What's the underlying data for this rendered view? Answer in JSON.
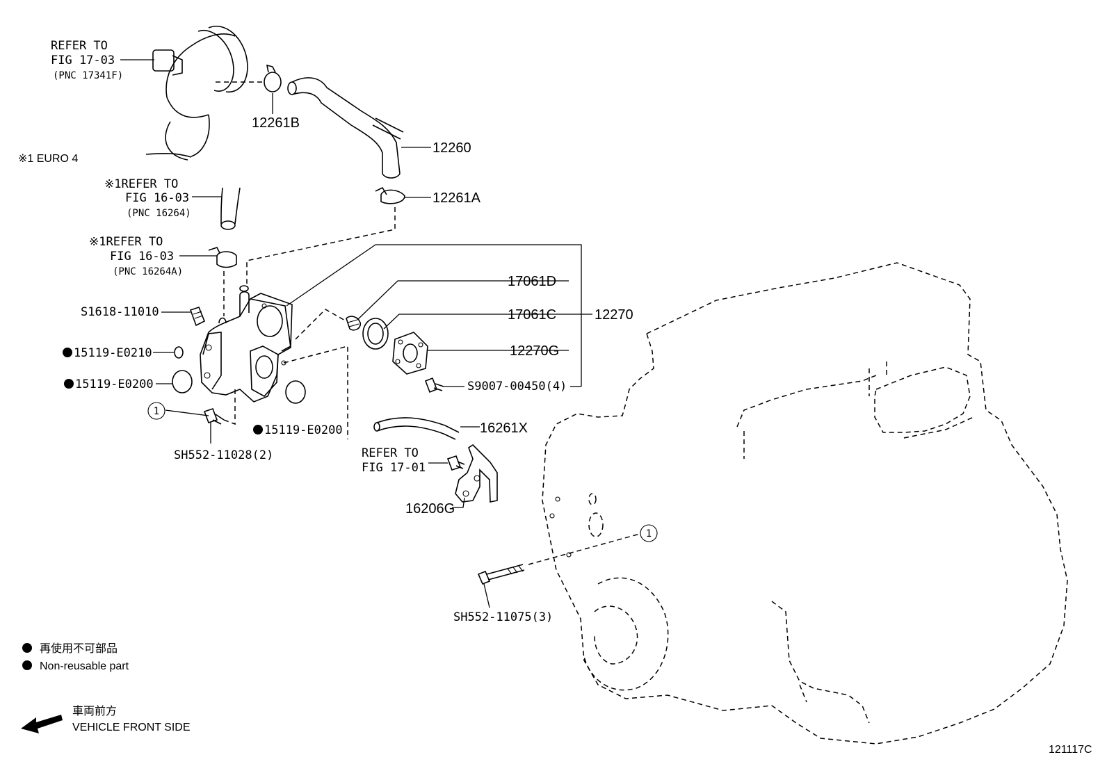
{
  "references": {
    "fig_17_03": [
      "REFER TO",
      "FIG 17-03",
      "(PNC 17341F)"
    ],
    "euro4_note": "※1 EURO 4",
    "fig_16_03_a": [
      "※1REFER TO",
      "FIG 16-03",
      "(PNC 16264)"
    ],
    "fig_16_03_b": [
      "※1REFER TO",
      "FIG 16-03",
      "(PNC 16264A)"
    ],
    "fig_17_01": [
      "REFER TO",
      "FIG 17-01"
    ]
  },
  "parts": {
    "p12261B": "12261B",
    "p12260": "12260",
    "p12261A": "12261A",
    "p17061D": "17061D",
    "p17061C": "17061C",
    "p12270": "12270",
    "p12270G": "12270G",
    "p90007": "S9007-00450(4)",
    "p91618": "S1618-11010",
    "p15119a": "15119-E0210",
    "p15119b": "15119-E0200",
    "p15119c": "15119-E0200",
    "p16261X": "16261X",
    "p16206G": "16206G",
    "pSH552a": "SH552-11028(2)",
    "pSH552b": "SH552-11075(3)",
    "ref_circle": "1"
  },
  "legend": {
    "nonreusable_jp": "再使用不可部品",
    "nonreusable_en": "Non-reusable part",
    "front_jp": "車両前方",
    "front_en": "VEHICLE FRONT SIDE"
  },
  "figure_id": "121117C"
}
